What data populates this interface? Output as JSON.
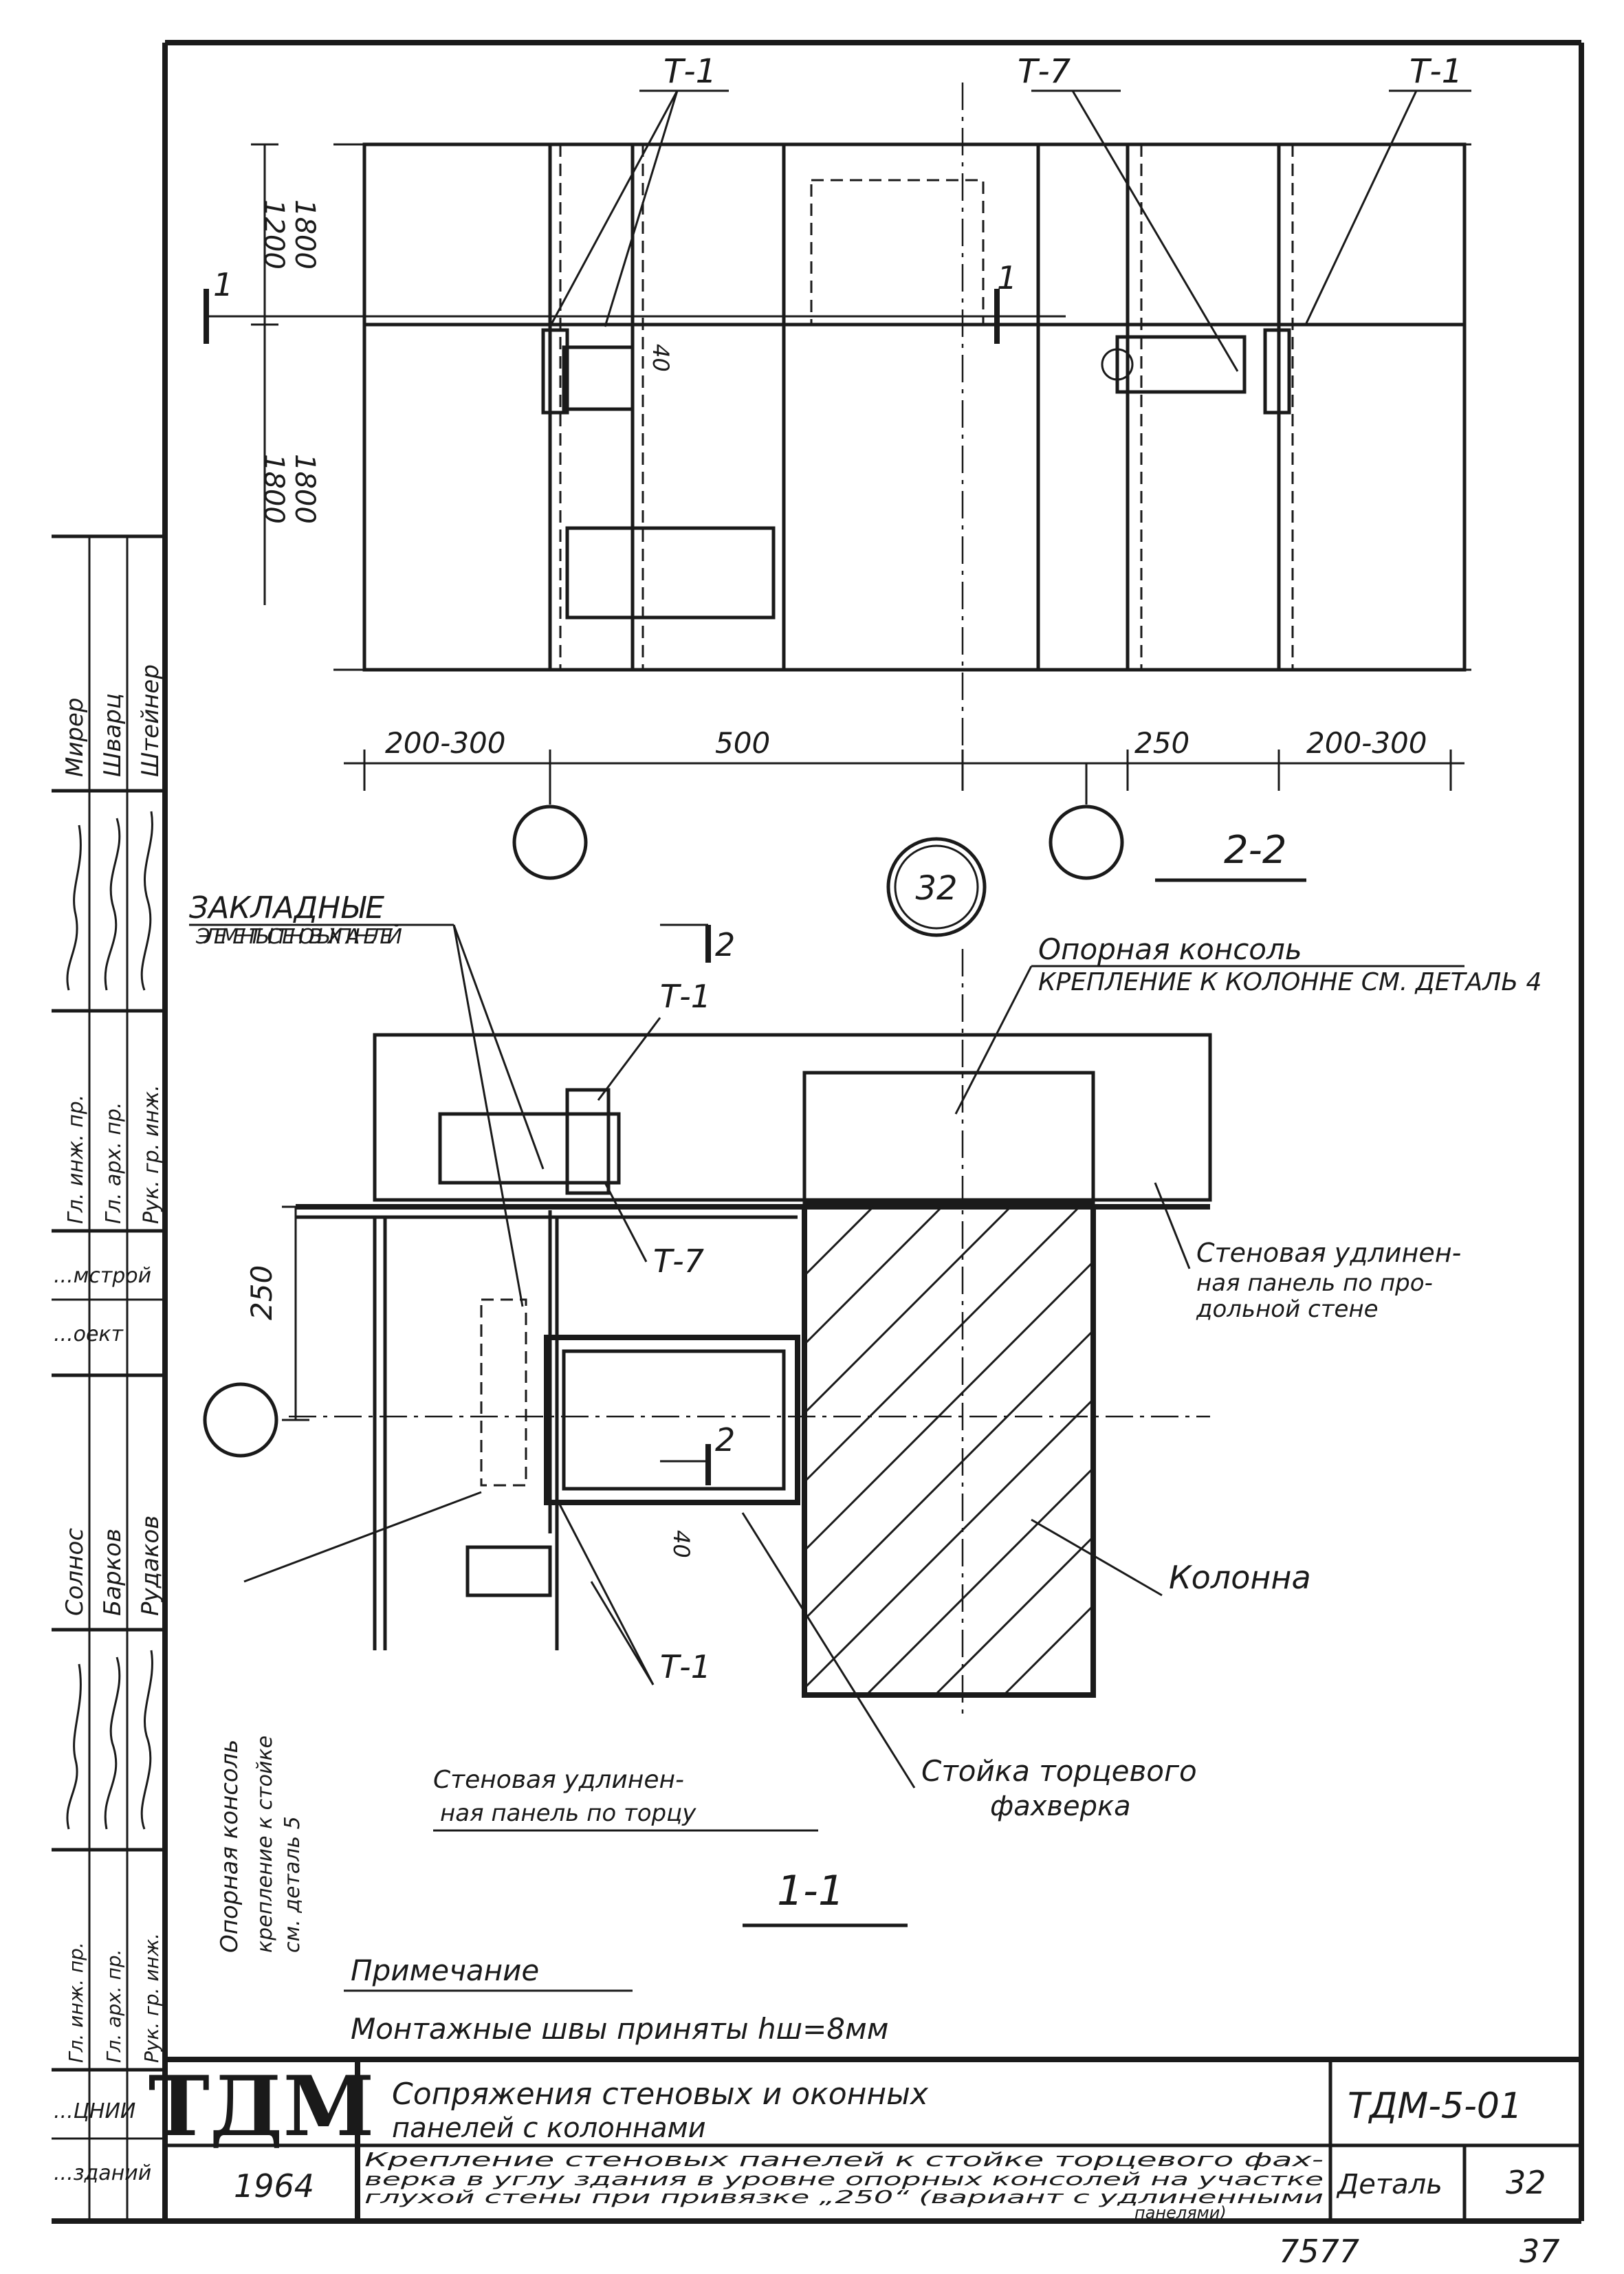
{
  "drawing": {
    "labels_top": {
      "t1_left": "Т-1",
      "t7": "Т-7",
      "t1_right": "Т-1"
    },
    "dims_vertical": {
      "upper_a": "1200",
      "upper_b": "1800",
      "lower_a": "1800",
      "lower_b": "1800",
      "seam": "40",
      "section_250": "250",
      "seam_lower": "40"
    },
    "dims_horizontal": {
      "d1": "200-300",
      "d2": "500",
      "d3": "250",
      "d4": "200-300"
    },
    "section_marks": {
      "cut1_left": "1",
      "cut1_right": "1",
      "cut2_top": "2",
      "cut2_bottom": "2"
    },
    "detail_number": "32",
    "view_2_2": "2-2",
    "view_1_1": "1-1",
    "callouts": {
      "zakladnye": "ЗАКЛАДНЫЕ",
      "zakladnye_sub": "ЭЛЕМЕНТЫ СТЕНОВЫХ ПАНЕЛЕЙ",
      "t1_mid": "Т-1",
      "consol_title": "Опорная консоль",
      "consol_sub": "КРЕПЛЕНИЕ К КОЛОННЕ СМ. ДЕТАЛЬ 4",
      "wall_long_1": "Стеновая удлинен-",
      "wall_long_2": "ная панель по про-",
      "wall_long_3": "дольной стене",
      "t7_mid": "Т-7",
      "kolonna": "Колонна",
      "t1_low": "Т-1",
      "wall_end_1": "Стеновая удлинен-",
      "wall_end_2": "ная панель по торцу",
      "stoika_1": "Стойка торцевого",
      "stoika_2": "фахверка",
      "vert_consol_1": "Опорная консоль",
      "vert_consol_2": "крепление к стойке",
      "vert_consol_3": "см. деталь 5"
    },
    "note_title": "Примечание",
    "note_text": "Монтажные швы приняты hш=8мм"
  },
  "sidebar": {
    "names_top": [
      "Мирер",
      "Шварц",
      "Штейнер"
    ],
    "roles_top": [
      "Гл. инж. пр.",
      "Гл. арх. пр.",
      "Рук. гр. инж."
    ],
    "org_top": [
      "...мстрой",
      "...оект"
    ],
    "names_bottom": [
      "Солнос",
      "Барков",
      "Рудаков"
    ],
    "roles_bottom": [
      "Гл. инж. пр.",
      "Гл. арх. пр.",
      "Рук. гр. инж."
    ],
    "org_bottom": [
      "...ЦНИИ",
      "...зданий"
    ]
  },
  "title_block": {
    "logo": "ТДМ",
    "year": "1964",
    "title_1": "Сопряжения стеновых и оконных",
    "title_2": "панелей с колоннами",
    "desc_1": "Крепление стеновых панелей к стойке торцевого фах-",
    "desc_2": "верка в углу здания в уровне опорных консолей на участке",
    "desc_3": "глухой стены при привязке „250“ (вариант с удлиненными",
    "desc_4": "панелями)",
    "code": "ТДМ-5-01",
    "detail_label": "Деталь",
    "detail_no": "32"
  },
  "footer": {
    "sheet_code": "7577",
    "page": "37"
  }
}
